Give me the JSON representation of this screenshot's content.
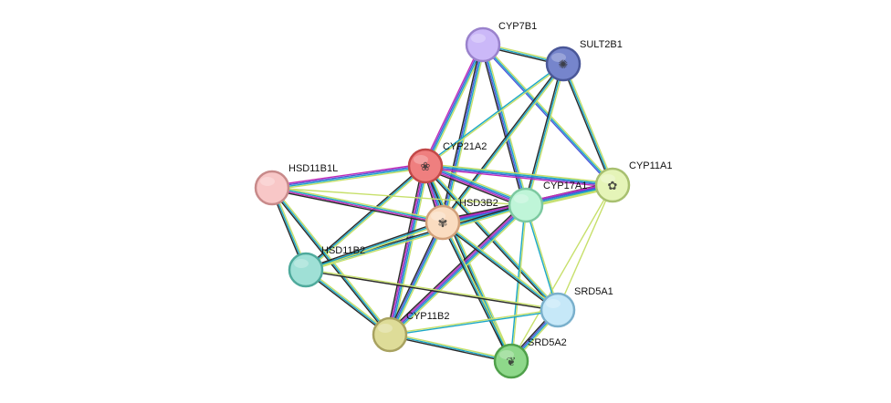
{
  "network": {
    "edge_colors": {
      "text_mining": "#c7e06b",
      "coexpression": "#1ba7c8",
      "database": "#4b56d8",
      "experiment": "#c02bb8",
      "homology": "#2fb8a8",
      "neighborhood": "#2a2a2a"
    },
    "nodes": [
      {
        "id": "CYP7B1",
        "label": "CYP7B1",
        "color": "#cbb8f8",
        "stroke": "#9a82cc",
        "structure": false
      },
      {
        "id": "SULT2B1",
        "label": "SULT2B1",
        "color": "#7685cc",
        "stroke": "#4a5798",
        "structure": true,
        "glyph": "✺"
      },
      {
        "id": "CYP21A2",
        "label": "CYP21A2",
        "color": "#ef7f7f",
        "stroke": "#c24848",
        "structure": true,
        "glyph": "❀"
      },
      {
        "id": "HSD11B1L",
        "label": "HSD11B1L",
        "color": "#f8c7c7",
        "stroke": "#c88a8a",
        "structure": false
      },
      {
        "id": "CYP11A1",
        "label": "CYP11A1",
        "color": "#e5f4b8",
        "stroke": "#a8c070",
        "structure": true,
        "glyph": "✿"
      },
      {
        "id": "CYP17A1",
        "label": "CYP17A1",
        "color": "#bff5d8",
        "stroke": "#7cc9a0",
        "structure": false
      },
      {
        "id": "HSD3B2",
        "label": "HSD3B2",
        "color": "#fadcc0",
        "stroke": "#d2a07a",
        "structure": true,
        "glyph": "✾"
      },
      {
        "id": "HSD11B2",
        "label": "HSD11B2",
        "color": "#9fe0d6",
        "stroke": "#4faa9c",
        "structure": false
      },
      {
        "id": "SRD5A1",
        "label": "SRD5A1",
        "color": "#c6e8f8",
        "stroke": "#7ab0cc",
        "structure": false
      },
      {
        "id": "CYP11B2",
        "label": "CYP11B2",
        "color": "#dedc98",
        "stroke": "#a8a260",
        "structure": false
      },
      {
        "id": "SRD5A2",
        "label": "SRD5A2",
        "color": "#8ed88a",
        "stroke": "#4fa04a",
        "structure": true,
        "glyph": "❦"
      }
    ],
    "edges": [
      {
        "from": "CYP7B1",
        "to": "SULT2B1",
        "types": [
          "text_mining",
          "coexpression",
          "neighborhood"
        ]
      },
      {
        "from": "CYP7B1",
        "to": "CYP21A2",
        "types": [
          "text_mining",
          "coexpression",
          "database",
          "experiment"
        ]
      },
      {
        "from": "CYP7B1",
        "to": "CYP17A1",
        "types": [
          "text_mining",
          "coexpression",
          "database",
          "neighborhood"
        ]
      },
      {
        "from": "CYP7B1",
        "to": "CYP11A1",
        "types": [
          "text_mining",
          "coexpression",
          "database"
        ]
      },
      {
        "from": "CYP7B1",
        "to": "HSD3B2",
        "types": [
          "text_mining",
          "coexpression",
          "database",
          "neighborhood"
        ]
      },
      {
        "from": "SULT2B1",
        "to": "CYP21A2",
        "types": [
          "text_mining",
          "coexpression"
        ]
      },
      {
        "from": "SULT2B1",
        "to": "CYP17A1",
        "types": [
          "text_mining",
          "coexpression",
          "neighborhood"
        ]
      },
      {
        "from": "SULT2B1",
        "to": "CYP11A1",
        "types": [
          "text_mining",
          "coexpression",
          "neighborhood"
        ]
      },
      {
        "from": "SULT2B1",
        "to": "HSD3B2",
        "types": [
          "text_mining",
          "coexpression",
          "neighborhood"
        ]
      },
      {
        "from": "CYP21A2",
        "to": "HSD11B1L",
        "types": [
          "text_mining",
          "coexpression",
          "database",
          "experiment"
        ]
      },
      {
        "from": "CYP21A2",
        "to": "CYP17A1",
        "types": [
          "text_mining",
          "coexpression",
          "database",
          "experiment",
          "neighborhood"
        ]
      },
      {
        "from": "CYP21A2",
        "to": "CYP11A1",
        "types": [
          "text_mining",
          "coexpression",
          "database",
          "experiment"
        ]
      },
      {
        "from": "CYP21A2",
        "to": "HSD3B2",
        "types": [
          "text_mining",
          "coexpression",
          "database",
          "experiment",
          "neighborhood"
        ]
      },
      {
        "from": "CYP21A2",
        "to": "HSD11B2",
        "types": [
          "text_mining",
          "coexpression",
          "neighborhood"
        ]
      },
      {
        "from": "CYP21A2",
        "to": "CYP11B2",
        "types": [
          "text_mining",
          "coexpression",
          "database",
          "experiment",
          "neighborhood"
        ]
      },
      {
        "from": "CYP21A2",
        "to": "SRD5A2",
        "types": [
          "text_mining",
          "coexpression",
          "neighborhood"
        ]
      },
      {
        "from": "CYP21A2",
        "to": "SRD5A1",
        "types": [
          "text_mining",
          "coexpression",
          "neighborhood"
        ]
      },
      {
        "from": "HSD11B1L",
        "to": "HSD3B2",
        "types": [
          "text_mining",
          "coexpression",
          "experiment",
          "neighborhood"
        ]
      },
      {
        "from": "HSD11B1L",
        "to": "HSD11B2",
        "types": [
          "text_mining",
          "coexpression",
          "neighborhood"
        ]
      },
      {
        "from": "HSD11B1L",
        "to": "CYP11B2",
        "types": [
          "text_mining",
          "coexpression",
          "neighborhood"
        ]
      },
      {
        "from": "HSD11B1L",
        "to": "CYP17A1",
        "types": [
          "text_mining"
        ]
      },
      {
        "from": "CYP11A1",
        "to": "CYP17A1",
        "types": [
          "text_mining",
          "coexpression",
          "database",
          "experiment",
          "neighborhood"
        ]
      },
      {
        "from": "CYP11A1",
        "to": "HSD3B2",
        "types": [
          "text_mining",
          "coexpression",
          "database",
          "experiment"
        ]
      },
      {
        "from": "CYP11A1",
        "to": "SRD5A1",
        "types": [
          "text_mining"
        ]
      },
      {
        "from": "CYP11A1",
        "to": "SRD5A2",
        "types": [
          "text_mining"
        ]
      },
      {
        "from": "CYP17A1",
        "to": "HSD3B2",
        "types": [
          "text_mining",
          "coexpression",
          "database",
          "experiment",
          "neighborhood"
        ]
      },
      {
        "from": "CYP17A1",
        "to": "HSD11B2",
        "types": [
          "text_mining",
          "coexpression",
          "neighborhood"
        ]
      },
      {
        "from": "CYP17A1",
        "to": "CYP11B2",
        "types": [
          "text_mining",
          "coexpression",
          "database",
          "experiment",
          "neighborhood"
        ]
      },
      {
        "from": "CYP17A1",
        "to": "SRD5A1",
        "types": [
          "text_mining",
          "coexpression"
        ]
      },
      {
        "from": "CYP17A1",
        "to": "SRD5A2",
        "types": [
          "text_mining",
          "coexpression"
        ]
      },
      {
        "from": "HSD3B2",
        "to": "HSD11B2",
        "types": [
          "text_mining",
          "coexpression",
          "neighborhood"
        ]
      },
      {
        "from": "HSD3B2",
        "to": "CYP11B2",
        "types": [
          "text_mining",
          "coexpression",
          "database",
          "neighborhood"
        ]
      },
      {
        "from": "HSD3B2",
        "to": "SRD5A1",
        "types": [
          "text_mining",
          "coexpression",
          "neighborhood"
        ]
      },
      {
        "from": "HSD3B2",
        "to": "SRD5A2",
        "types": [
          "text_mining",
          "coexpression",
          "neighborhood"
        ]
      },
      {
        "from": "HSD11B2",
        "to": "CYP11B2",
        "types": [
          "text_mining",
          "coexpression",
          "neighborhood"
        ]
      },
      {
        "from": "HSD11B2",
        "to": "SRD5A1",
        "types": [
          "text_mining",
          "neighborhood"
        ]
      },
      {
        "from": "CYP11B2",
        "to": "SRD5A2",
        "types": [
          "text_mining",
          "coexpression",
          "neighborhood"
        ]
      },
      {
        "from": "CYP11B2",
        "to": "SRD5A1",
        "types": [
          "text_mining",
          "coexpression"
        ]
      },
      {
        "from": "SRD5A1",
        "to": "SRD5A2",
        "types": [
          "text_mining",
          "coexpression",
          "database",
          "neighborhood"
        ]
      }
    ]
  }
}
